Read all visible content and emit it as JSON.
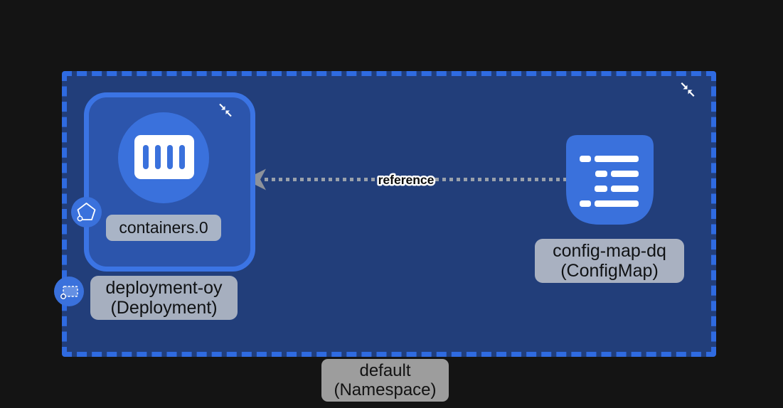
{
  "namespace": {
    "name": "default",
    "kind": "(Namespace)"
  },
  "deployment": {
    "name": "deployment-oy",
    "kind": "(Deployment)"
  },
  "container": {
    "name": "containers.0"
  },
  "configmap": {
    "name": "config-map-dq",
    "kind": "(ConfigMap)"
  },
  "edge": {
    "label": "reference",
    "from": "config-map-dq (ConfigMap)",
    "to": "containers.0",
    "style": "dotted gray line, arrowhead pointing left into container node"
  },
  "icons": {
    "collapse_icon": "two diagonal white arrows pointing inward (like ↘↖)",
    "container_icon": "white crate with four vertical blue slats",
    "configmap_icon": "blue rounded document with white list lines",
    "pod_badge_icon": "white pentagon outline with small circle on blue disc",
    "deployment_badge_icon": "white dashed rectangle with small circle on blue disc"
  },
  "colors": {
    "canvas_bg": "#141414",
    "namespace_fill": "#223E7A",
    "namespace_dash_blue": "#2F6BE1",
    "node_border_blue": "#3B74E4",
    "node_fill_blue": "#2C55AC",
    "accent_blue": "#3A71DC",
    "icon_white": "#FFFFFF",
    "edge_dot_gray": "#9AA1AB",
    "arrowhead_gray": "#8D929B",
    "pill_blue_gray": "#A9B4C6",
    "pill_neutral_gray": "#9D9D9D",
    "pill_text": "#101214"
  }
}
